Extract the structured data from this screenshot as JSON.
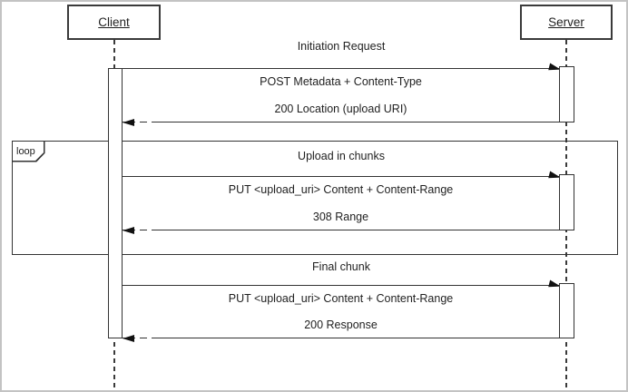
{
  "actors": {
    "client": "Client",
    "server": "Server"
  },
  "fragment": {
    "label": "loop"
  },
  "interactions": [
    {
      "title": "Initiation Request",
      "request": "POST Metadata + Content-Type",
      "response": "200 Location (upload URI)"
    },
    {
      "title": "Upload in chunks",
      "request": "PUT <upload_uri> Content + Content-Range",
      "response": "308 Range"
    },
    {
      "title": "Final chunk",
      "request": "PUT <upload_uri> Content + Content-Range",
      "response": "200 Response"
    }
  ],
  "colors": {
    "line": "#333333",
    "arrow": "#111111",
    "text": "#1f1f1f",
    "frame_border": "#c3c3c3",
    "background": "#ffffff"
  }
}
